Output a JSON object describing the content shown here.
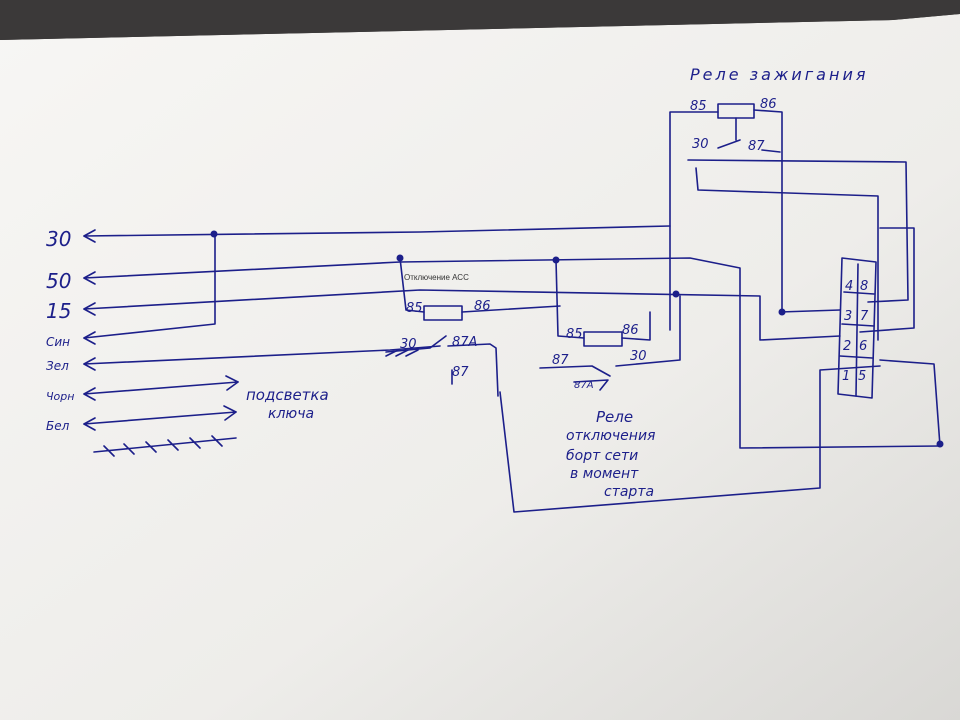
{
  "diagram": {
    "ink_color": "#1c1f8a",
    "paper_color": "#f4f3f1",
    "title": "Реле зажигания",
    "terminals": {
      "t30": "30",
      "t50": "50",
      "t15": "15",
      "sin": "Син",
      "zel": "Зел",
      "chorn": "Чорн",
      "bel": "Бел"
    },
    "backlight_label": [
      "подсветка",
      "ключа"
    ],
    "acc_label": "Отключение АСС",
    "ignition_relay_pins": {
      "p85": "85",
      "p86": "86",
      "p30": "30",
      "p87": "87"
    },
    "acc_relay_pins": {
      "p85": "85",
      "p86": "86",
      "p30": "30",
      "p87a": "87А",
      "p87": "87"
    },
    "start_relay_pins": {
      "p85": "85",
      "p86": "86",
      "p87": "87",
      "p30": "30",
      "p87a": "87А"
    },
    "start_relay_caption": [
      "Реле",
      "отключения",
      "борт сети",
      "в момент",
      "старта"
    ],
    "connector_pins": [
      "4",
      "8",
      "3",
      "7",
      "2",
      "6",
      "1",
      "5"
    ]
  }
}
